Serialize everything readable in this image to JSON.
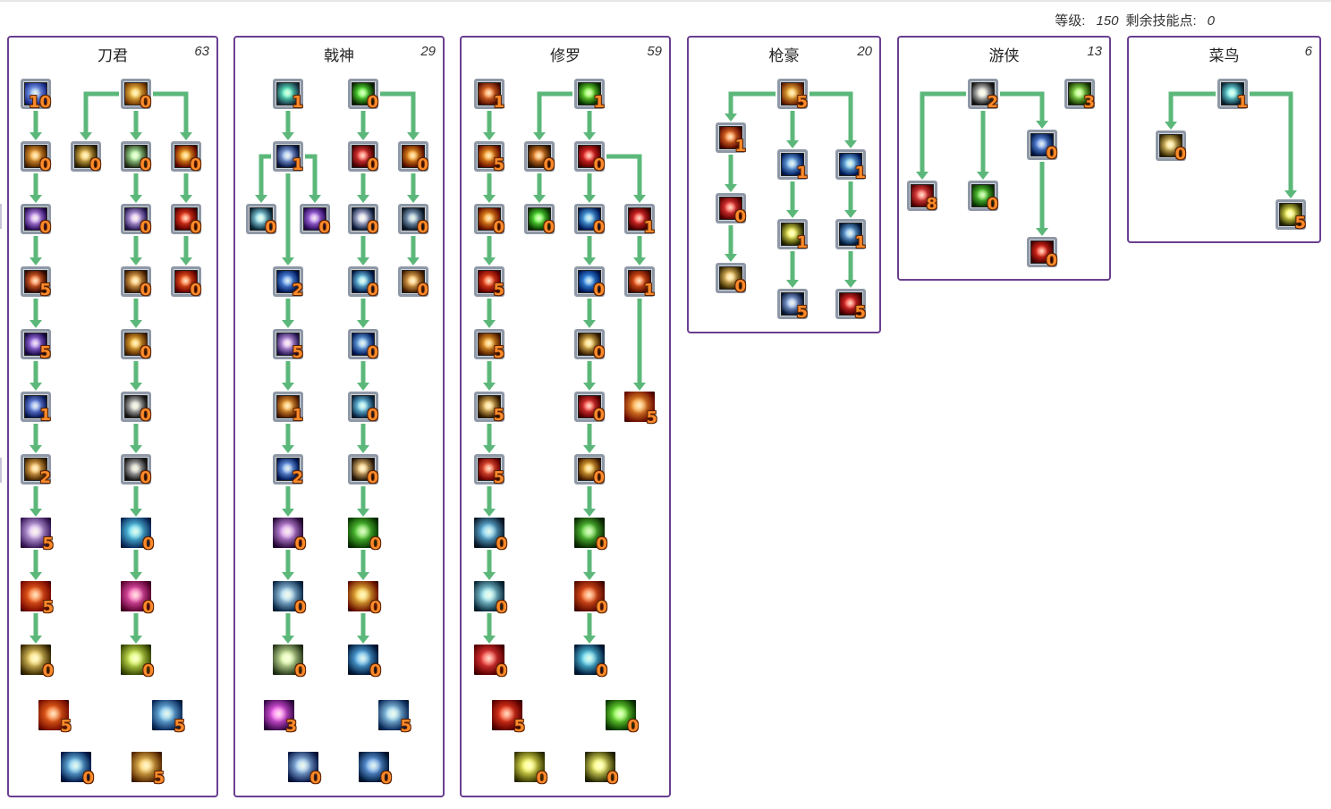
{
  "header": {
    "level_label": "等级:",
    "level_value": "150",
    "points_label": "剩余技能点:",
    "points_value": "0"
  },
  "colors": {
    "panel_border": "#6a3f91",
    "connector": "#5cb87a",
    "level_text": "#ff8a2a"
  },
  "trees": [
    {
      "title": "刀君",
      "points": "63",
      "skills": [
        {
          "level": "10",
          "icon": "lightning-fist-icon",
          "c": [
            "#1b2a8a",
            "#8fb8ff"
          ]
        },
        {
          "level": "0",
          "icon": "golden-aura-icon",
          "c": [
            "#7a3a00",
            "#ffd050"
          ]
        },
        {
          "level": "0",
          "icon": "blade-strike-icon",
          "c": [
            "#5a2a00",
            "#ffb040"
          ]
        },
        {
          "level": "0",
          "icon": "golden-sword-icon",
          "c": [
            "#3a2a00",
            "#ffd060"
          ]
        },
        {
          "level": "0",
          "icon": "wind-shuriken-icon",
          "c": [
            "#2a3a1a",
            "#b8ffb0"
          ]
        },
        {
          "level": "0",
          "icon": "fire-burst-icon",
          "c": [
            "#6a0a00",
            "#ffb020"
          ]
        },
        {
          "level": "0",
          "icon": "purple-orb-icon",
          "c": [
            "#2a0a5a",
            "#d0a0ff"
          ]
        },
        {
          "level": "0",
          "icon": "arcane-vortex-icon",
          "c": [
            "#2a1a5a",
            "#e0c0ff"
          ]
        },
        {
          "level": "0",
          "icon": "fire-rune-icon",
          "c": [
            "#5a0000",
            "#ff4020"
          ]
        },
        {
          "level": "5",
          "icon": "dark-shield-icon",
          "c": [
            "#3a0a00",
            "#ff7030"
          ]
        },
        {
          "level": "0",
          "icon": "burning-figure-icon",
          "c": [
            "#4a2000",
            "#ffc060"
          ]
        },
        {
          "level": "0",
          "icon": "fire-wheel-icon",
          "c": [
            "#6a0000",
            "#ff6020"
          ]
        },
        {
          "level": "5",
          "icon": "purple-slash-icon",
          "c": [
            "#1a0a4a",
            "#b080ff"
          ]
        },
        {
          "level": "0",
          "icon": "flame-slash-icon",
          "c": [
            "#5a2a00",
            "#ffc040"
          ]
        },
        {
          "level": "1",
          "icon": "blue-slash-icon",
          "c": [
            "#0a1a5a",
            "#80a0ff"
          ]
        },
        {
          "level": "0",
          "icon": "steel-slash-icon",
          "c": [
            "#1a1a1a",
            "#e0e0e0"
          ]
        },
        {
          "level": "2",
          "icon": "golden-claw-icon",
          "c": [
            "#4a2a00",
            "#ffc060"
          ]
        },
        {
          "level": "0",
          "icon": "silver-claw-icon",
          "c": [
            "#1a1a1a",
            "#d0d0d0"
          ]
        },
        {
          "level": "5",
          "icon": "violet-blades-icon",
          "c": [
            "#3a1a5a",
            "#e0c0ff"
          ]
        },
        {
          "level": "0",
          "icon": "cyan-wave-icon",
          "c": [
            "#0a2a5a",
            "#60e0ff"
          ]
        },
        {
          "level": "5",
          "icon": "red-explosion-icon",
          "c": [
            "#7a0a00",
            "#ff6a20"
          ]
        },
        {
          "level": "0",
          "icon": "pink-star-icon",
          "c": [
            "#5a0030",
            "#ff60c0"
          ]
        },
        {
          "level": "0",
          "icon": "gold-dust-icon",
          "c": [
            "#3a2a00",
            "#ffe070"
          ]
        },
        {
          "level": "0",
          "icon": "green-gale-icon",
          "c": [
            "#3a4a00",
            "#e0ff60"
          ]
        },
        {
          "level": "5",
          "icon": "heart-flame-icon",
          "c": [
            "#7a1000",
            "#ff7020"
          ]
        },
        {
          "level": "5",
          "icon": "ice-crescent-icon",
          "c": [
            "#0a2a5a",
            "#80d0ff"
          ]
        },
        {
          "level": "0",
          "icon": "water-bubble-icon",
          "c": [
            "#001a4a",
            "#7ad0ff"
          ]
        },
        {
          "level": "5",
          "icon": "golden-blade-icon",
          "c": [
            "#5a2a00",
            "#ffd060"
          ]
        }
      ]
    },
    {
      "title": "戟神",
      "points": "29",
      "skills": [
        {
          "level": "1",
          "icon": "jade-guardian-icon",
          "c": [
            "#1a3a4a",
            "#60ffd0"
          ]
        },
        {
          "level": "0",
          "icon": "green-thrust-icon",
          "c": [
            "#0a2a00",
            "#60ff40"
          ]
        },
        {
          "level": "1",
          "icon": "frost-star-icon",
          "c": [
            "#0a1a4a",
            "#a0c0ff"
          ]
        },
        {
          "level": "0",
          "icon": "red-claws-icon",
          "c": [
            "#4a0000",
            "#ff4040"
          ]
        },
        {
          "level": "0",
          "icon": "fire-pillar-icon",
          "c": [
            "#5a1000",
            "#ffa020"
          ]
        },
        {
          "level": "0",
          "icon": "ice-spirit-icon",
          "c": [
            "#0a2a3a",
            "#a0f0ff"
          ]
        },
        {
          "level": "0",
          "icon": "shadow-mage-icon",
          "c": [
            "#2a0a5a",
            "#c080ff"
          ]
        },
        {
          "level": "0",
          "icon": "dash-icon",
          "c": [
            "#0a1a3a",
            "#e0e0ff"
          ]
        },
        {
          "level": "0",
          "icon": "beast-icon",
          "c": [
            "#0a1a2a",
            "#a0c0e0"
          ]
        },
        {
          "level": "2",
          "icon": "blue-vortex-icon",
          "c": [
            "#001a5a",
            "#60a0ff"
          ]
        },
        {
          "level": "0",
          "icon": "lightning-spear-icon",
          "c": [
            "#001a4a",
            "#80e0ff"
          ]
        },
        {
          "level": "0",
          "icon": "inferno-figure-icon",
          "c": [
            "#4a2000",
            "#ffc060"
          ]
        },
        {
          "level": "5",
          "icon": "violet-spear-icon",
          "c": [
            "#2a1a5a",
            "#e0b0ff"
          ]
        },
        {
          "level": "0",
          "icon": "blue-spark-icon",
          "c": [
            "#001a5a",
            "#80c0ff"
          ]
        },
        {
          "level": "1",
          "icon": "flame-spiral-icon",
          "c": [
            "#5a2000",
            "#ffb040"
          ]
        },
        {
          "level": "0",
          "icon": "water-swirl-icon",
          "c": [
            "#0a2a4a",
            "#80e0ff"
          ]
        },
        {
          "level": "2",
          "icon": "azure-burst-icon",
          "c": [
            "#001a5a",
            "#80b0ff"
          ]
        },
        {
          "level": "0",
          "icon": "golden-wind-icon",
          "c": [
            "#2a1a0a",
            "#ffd080"
          ]
        },
        {
          "level": "0",
          "icon": "shadow-spear-icon",
          "c": [
            "#2a0a3a",
            "#e0a0ff"
          ]
        },
        {
          "level": "0",
          "icon": "green-tornado-icon",
          "c": [
            "#0a3a00",
            "#60e040"
          ]
        },
        {
          "level": "0",
          "icon": "ice-cross-icon",
          "c": [
            "#0a2a4a",
            "#b0e0ff"
          ]
        },
        {
          "level": "0",
          "icon": "sun-burst-icon",
          "c": [
            "#6a1000",
            "#ffd040"
          ]
        },
        {
          "level": "0",
          "icon": "jade-spear-icon",
          "c": [
            "#2a3a1a",
            "#e0ffb0"
          ]
        },
        {
          "level": "0",
          "icon": "blue-mist-icon",
          "c": [
            "#001a3a",
            "#60c0ff"
          ]
        },
        {
          "level": "3",
          "icon": "violet-leap-icon",
          "c": [
            "#3a0a4a",
            "#ff60ff"
          ]
        },
        {
          "level": "5",
          "icon": "crystal-shatter-icon",
          "c": [
            "#0a2a5a",
            "#a0e0ff"
          ]
        },
        {
          "level": "0",
          "icon": "frost-fang-icon",
          "c": [
            "#0a1a4a",
            "#a0d0ff"
          ]
        },
        {
          "level": "0",
          "icon": "crossed-spears-icon",
          "c": [
            "#001a3a",
            "#70b0ff"
          ]
        }
      ]
    },
    {
      "title": "修罗",
      "points": "59",
      "skills": [
        {
          "level": "1",
          "icon": "flame-script-icon",
          "c": [
            "#5a1000",
            "#ff8030"
          ]
        },
        {
          "level": "1",
          "icon": "green-orb-icon",
          "c": [
            "#0a3a00",
            "#80ff40"
          ]
        },
        {
          "level": "5",
          "icon": "sun-disc-icon",
          "c": [
            "#6a1000",
            "#ffa020"
          ]
        },
        {
          "level": "0",
          "icon": "ember-warrior-icon",
          "c": [
            "#3a1a00",
            "#ff9030"
          ]
        },
        {
          "level": "0",
          "icon": "crimson-burst-icon",
          "c": [
            "#5a0000",
            "#ff3030"
          ]
        },
        {
          "level": "0",
          "icon": "fire-mandala-icon",
          "c": [
            "#6a1000",
            "#ffa020"
          ]
        },
        {
          "level": "0",
          "icon": "emerald-mandala-icon",
          "c": [
            "#0a3a00",
            "#60ff40"
          ]
        },
        {
          "level": "0",
          "icon": "blue-orb-icon",
          "c": [
            "#001a5a",
            "#60c0ff"
          ]
        },
        {
          "level": "1",
          "icon": "blood-aura-icon",
          "c": [
            "#4a0000",
            "#ff3030"
          ]
        },
        {
          "level": "5",
          "icon": "fire-circle-icon",
          "c": [
            "#6a0000",
            "#ff5020"
          ]
        },
        {
          "level": "0",
          "icon": "blue-ring-icon",
          "c": [
            "#001a5a",
            "#40a0ff"
          ]
        },
        {
          "level": "1",
          "icon": "magma-slam-icon",
          "c": [
            "#5a1000",
            "#ff6020"
          ]
        },
        {
          "level": "5",
          "icon": "flame-wings-icon",
          "c": [
            "#5a2000",
            "#ffb030"
          ]
        },
        {
          "level": "0",
          "icon": "solar-warrior-icon",
          "c": [
            "#3a2000",
            "#ffd060"
          ]
        },
        {
          "level": "5",
          "icon": "golden-beast-icon",
          "c": [
            "#3a2000",
            "#ffd070"
          ]
        },
        {
          "level": "5",
          "icon": "blazing-fist-icon",
          "c": [
            "#6a0a00",
            "#ffa030"
          ]
        },
        {
          "level": "0",
          "icon": "red-sigil-icon",
          "c": [
            "#5a0000",
            "#ff4040"
          ]
        },
        {
          "level": "5",
          "icon": "ember-ring-icon",
          "c": [
            "#6a0000",
            "#ff6040"
          ]
        },
        {
          "level": "0",
          "icon": "flame-claw-icon",
          "c": [
            "#4a2000",
            "#ffc040"
          ]
        },
        {
          "level": "0",
          "icon": "dark-moon-icon",
          "c": [
            "#0a1a2a",
            "#70d0ff"
          ]
        },
        {
          "level": "0",
          "icon": "green-demon-icon",
          "c": [
            "#0a2a00",
            "#60e040"
          ]
        },
        {
          "level": "0",
          "icon": "cyan-eclipse-icon",
          "c": [
            "#0a2a3a",
            "#a0f0ff"
          ]
        },
        {
          "level": "0",
          "icon": "fire-titan-icon",
          "c": [
            "#5a0a00",
            "#ff6020"
          ]
        },
        {
          "level": "0",
          "icon": "crimson-blade-icon",
          "c": [
            "#5a0000",
            "#ff4040"
          ]
        },
        {
          "level": "0",
          "icon": "aqua-spirits-icon",
          "c": [
            "#001a3a",
            "#60e0ff"
          ]
        },
        {
          "level": "5",
          "icon": "demon-mask-icon",
          "c": [
            "#5a0000",
            "#ff4020"
          ]
        },
        {
          "level": "0",
          "icon": "venom-beast-icon",
          "c": [
            "#0a3a00",
            "#80ff40"
          ]
        },
        {
          "level": "0",
          "icon": "golden-seal-icon",
          "c": [
            "#3a3a00",
            "#ffff60"
          ]
        },
        {
          "level": "0",
          "icon": "lightning-claw-icon",
          "c": [
            "#2a2a00",
            "#ffff70"
          ]
        }
      ]
    },
    {
      "title": "枪豪",
      "points": "20",
      "skills": [
        {
          "level": "5",
          "icon": "golden-gunner-icon",
          "c": [
            "#6a2000",
            "#ffc040"
          ]
        },
        {
          "level": "1",
          "icon": "fire-bullet-icon",
          "c": [
            "#5a0a00",
            "#ff8030"
          ]
        },
        {
          "level": "1",
          "icon": "blue-lightning-icon",
          "c": [
            "#001a5a",
            "#80c0ff"
          ]
        },
        {
          "level": "1",
          "icon": "blue-nova-icon",
          "c": [
            "#001a5a",
            "#80d0ff"
          ]
        },
        {
          "level": "0",
          "icon": "red-spark-icon",
          "c": [
            "#5a0000",
            "#ff4040"
          ]
        },
        {
          "level": "1",
          "icon": "golden-stars-icon",
          "c": [
            "#2a2a00",
            "#ffff60"
          ]
        },
        {
          "level": "1",
          "icon": "ice-rain-icon",
          "c": [
            "#001a3a",
            "#80c0ff"
          ]
        },
        {
          "level": "0",
          "icon": "bullet-hail-icon",
          "c": [
            "#3a2a00",
            "#ffd070"
          ]
        },
        {
          "level": "5",
          "icon": "blue-arrow-icon",
          "c": [
            "#0a1a3a",
            "#a0c0ff"
          ]
        },
        {
          "level": "5",
          "icon": "blood-rain-icon",
          "c": [
            "#4a0000",
            "#ff3030"
          ]
        }
      ]
    },
    {
      "title": "游侠",
      "points": "13",
      "skills": [
        {
          "level": "2",
          "icon": "silver-wind-icon",
          "c": [
            "#1a1a1a",
            "#f0f0f0"
          ]
        },
        {
          "level": "3",
          "icon": "green-leap-icon",
          "c": [
            "#1a3a00",
            "#a0ff60"
          ]
        },
        {
          "level": "0",
          "icon": "blue-hawk-icon",
          "c": [
            "#001a4a",
            "#70a0ff"
          ]
        },
        {
          "level": "8",
          "icon": "red-flare-icon",
          "c": [
            "#5a0000",
            "#ff5050"
          ]
        },
        {
          "level": "0",
          "icon": "green-spiral-icon",
          "c": [
            "#0a3a00",
            "#60e040"
          ]
        },
        {
          "level": "0",
          "icon": "red-demon-icon",
          "c": [
            "#4a0000",
            "#ff3020"
          ]
        }
      ]
    },
    {
      "title": "菜鸟",
      "points": "6",
      "skills": [
        {
          "level": "1",
          "icon": "cyan-strike-icon",
          "c": [
            "#0a2a3a",
            "#80ffff"
          ]
        },
        {
          "level": "0",
          "icon": "golden-fan-icon",
          "c": [
            "#3a2a00",
            "#ffe080"
          ]
        },
        {
          "level": "5",
          "icon": "golden-crest-icon",
          "c": [
            "#2a2a00",
            "#ffff60"
          ]
        }
      ]
    }
  ]
}
